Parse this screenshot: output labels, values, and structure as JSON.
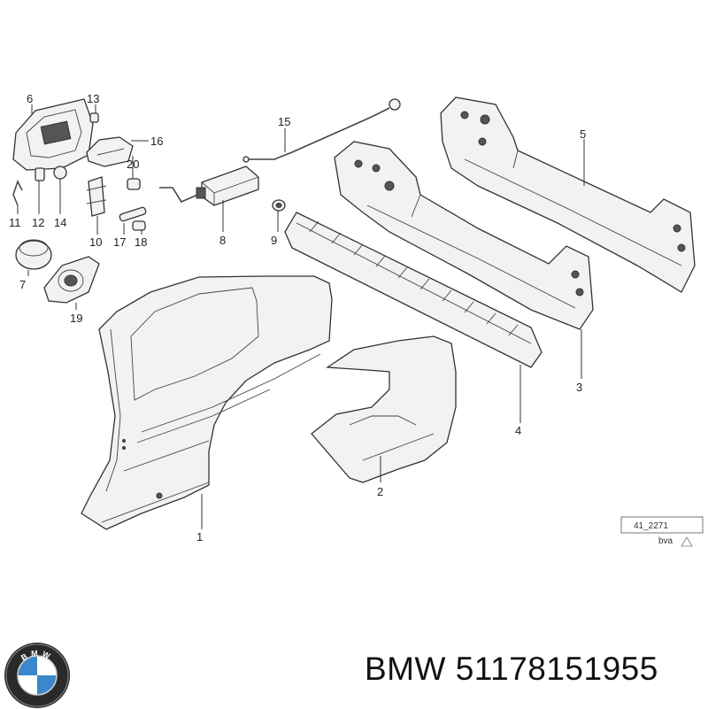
{
  "diagram": {
    "callouts": [
      "6",
      "13",
      "16",
      "20",
      "11",
      "12",
      "14",
      "10",
      "17",
      "18",
      "7",
      "19",
      "15",
      "8",
      "9",
      "5",
      "3",
      "4",
      "2",
      "1"
    ],
    "reference": {
      "drawing_number": "41_2271",
      "author": "bva"
    }
  },
  "logo": {
    "brand_letters": "BMW",
    "colors": {
      "blue": "#3a87c9",
      "white": "#ffffff",
      "ring": "#1b1b1b"
    }
  },
  "footer": {
    "label": "BMW 51178151955"
  }
}
